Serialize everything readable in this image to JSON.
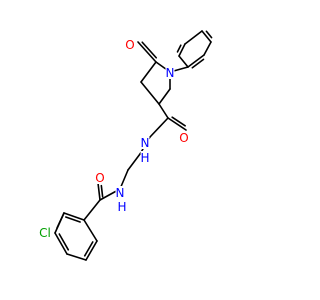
{
  "structure": {
    "colors": {
      "bond": "#000000",
      "O": "#ff0000",
      "N": "#0000ff",
      "Cl": "#00a000"
    },
    "atoms": [
      {
        "id": "o_lactam",
        "label": "O",
        "element": "O"
      },
      {
        "id": "n_ring",
        "label": "N",
        "element": "N"
      },
      {
        "id": "o_carboxamide",
        "label": "O",
        "element": "O"
      },
      {
        "id": "n_amide1",
        "label": "N",
        "element": "N"
      },
      {
        "id": "h_amide1",
        "label": "H",
        "element": "N"
      },
      {
        "id": "n_amide2",
        "label": "N",
        "element": "N"
      },
      {
        "id": "h_amide2",
        "label": "H",
        "element": "N"
      },
      {
        "id": "o_benzamide",
        "label": "O",
        "element": "O"
      },
      {
        "id": "cl",
        "label": "Cl",
        "element": "Cl"
      }
    ]
  }
}
